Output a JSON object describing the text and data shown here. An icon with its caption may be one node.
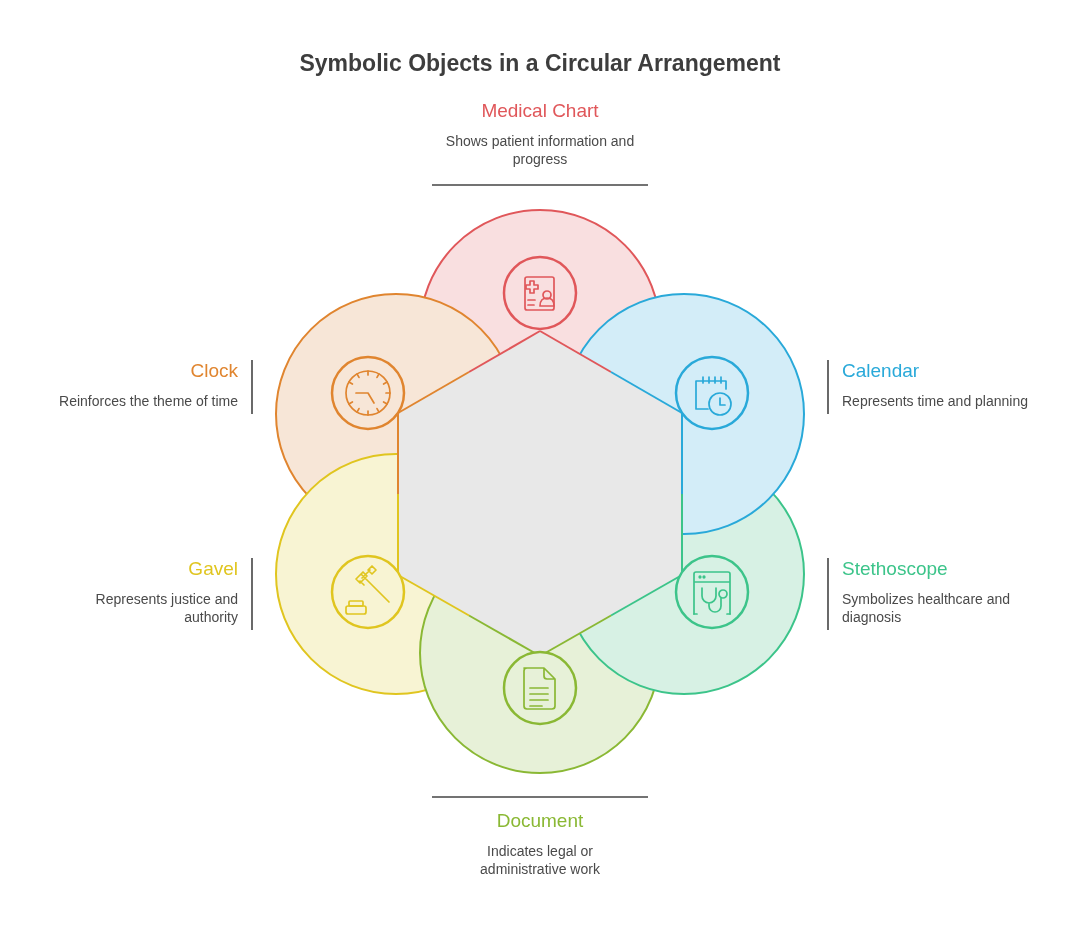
{
  "diagram": {
    "title": "Symbolic Objects in a Circular Arrangement",
    "nodes": [
      {
        "text": [
          "Medical Chart",
          "Shows patient information and progress"
        ]
      },
      {
        "text": [
          "Clock",
          "Reinforces the theme of time"
        ]
      },
      {
        "text": [
          "Calendar",
          "Represents time and planning"
        ]
      },
      {
        "text": [
          "Gavel",
          "Represents justice and authority"
        ]
      },
      {
        "text": [
          "Stethoscope",
          "Symbolizes healthcare and diagnosis"
        ]
      },
      {
        "text": [
          "Document",
          "Indicates legal or administrative work"
        ]
      }
    ]
  }
}
